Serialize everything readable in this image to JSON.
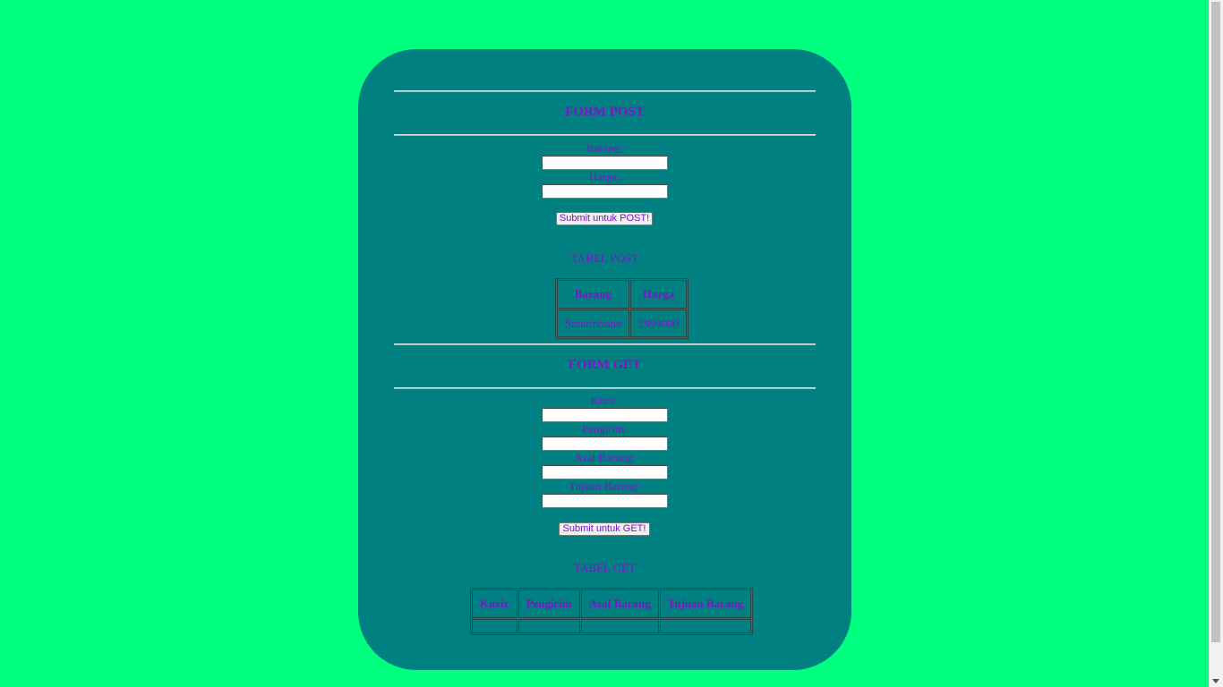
{
  "post_form": {
    "title": "FORM POST",
    "barang_label": "Barang:",
    "barang_value": "",
    "harga_label": "Harga:",
    "harga_value": "",
    "submit_label": "Submit untuk POST!"
  },
  "post_table": {
    "caption": "TABEL POST",
    "headers": [
      "Barang",
      "Harga"
    ],
    "rows": [
      [
        "Smartphone",
        "2999000"
      ]
    ]
  },
  "get_form": {
    "title": "FORM GET",
    "kurir_label": "Kurir:",
    "kurir_value": "",
    "pengirim_label": "Pengirim:",
    "pengirim_value": "",
    "asal_label": "Asal Barang:",
    "asal_value": "",
    "tujuan_label": "Tujuan Barang:",
    "tujuan_value": "",
    "submit_label": "Submit untuk GET!"
  },
  "get_table": {
    "caption": "TABEL GET",
    "headers": [
      "Kurir",
      "Pengirim",
      "Asal Barang",
      "Tujuan Barang"
    ],
    "rows": [
      [
        "",
        "",
        "",
        ""
      ]
    ]
  },
  "colors": {
    "page_background": "#00ff7f",
    "card_background": "#008080",
    "text_accent": "#7b16c8"
  }
}
